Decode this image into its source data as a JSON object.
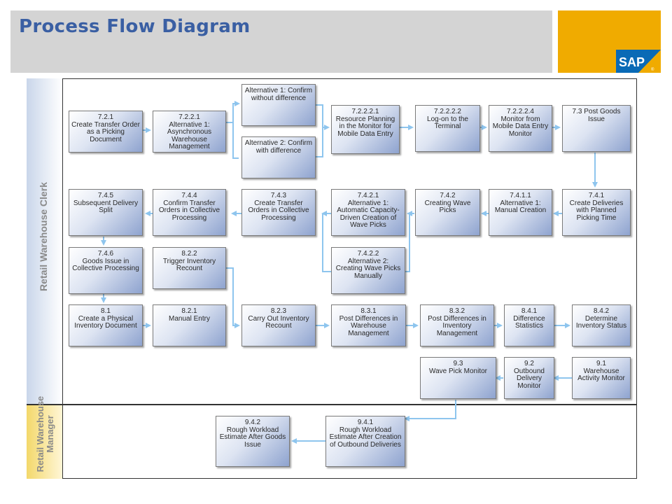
{
  "title": "Process Flow Diagram",
  "logo_text": "SAP",
  "lanes": {
    "clerk": "Retail Warehouse Clerk",
    "manager": "Retail Warehouse Manager"
  },
  "boxes": {
    "b721": "7.2.1\nCreate Transfer Order as a Picking Document",
    "b7221": "7.2.2.1\nAlternative 1: Asynchronous Warehouse Management",
    "bAlt1": "Alternative 1: Confirm without difference",
    "bAlt2": "Alternative 2: Confirm with difference",
    "b72221": "7.2.2.2.1\nResource Planning in the Monitor for Mobile Data Entry",
    "b72222": "7.2.2.2.2\nLog-on to the Terminal",
    "b72224": "7.2.2.2.4\nMonitor from Mobile Data Entry Monitor",
    "b73": "7.3 Post Goods Issue",
    "b745": "7.4.5\nSubsequent Delivery Split",
    "b744": "7.4.4\nConfirm Transfer Orders in Collective Processing",
    "b743": "7.4.3\nCreate Transfer Orders in Collective Processing",
    "b7421": "7.4.2.1\nAlternative 1: Automatic Capacity-Driven Creation of Wave Picks",
    "b742": "7.4.2\nCreating Wave Picks",
    "b7411": "7.4.1.1\nAlternative 1: Manual Creation",
    "b741": "7.4.1\nCreate Deliveries with Planned Picking Time",
    "b746": "7.4.6\nGoods Issue in Collective Processing",
    "b822": "8.2.2\nTrigger Inventory Recount",
    "b7422": "7.4.2.2\nAlternative 2: Creating Wave Picks Manually",
    "b81": "8.1\nCreate a Physical Inventory Document",
    "b821": "8.2.1\nManual Entry",
    "b823": "8.2.3\nCarry Out Inventory Recount",
    "b831": "8.3.1\nPost Differences in Warehouse Management",
    "b832": "8.3.2\nPost Differences in Inventory Management",
    "b841": "8.4.1\nDifference Statistics",
    "b842": "8.4.2\nDetermine Inventory Status",
    "b93": "9.3\nWave Pick Monitor",
    "b92": "9.2\nOutbound Delivery Monitor",
    "b91": "9.1\nWarehouse Activity Monitor",
    "b942": "9.4.2\nRough Workload Estimate After Goods Issue",
    "b941": "9.4.1\nRough Workload Estimate After Creation of Outbound Deliveries"
  },
  "colors": {
    "title": "#3a5fa3",
    "gold": "#f0ab00",
    "arrow": "#8ec5ee",
    "lane_label": "#8a8a8a"
  }
}
